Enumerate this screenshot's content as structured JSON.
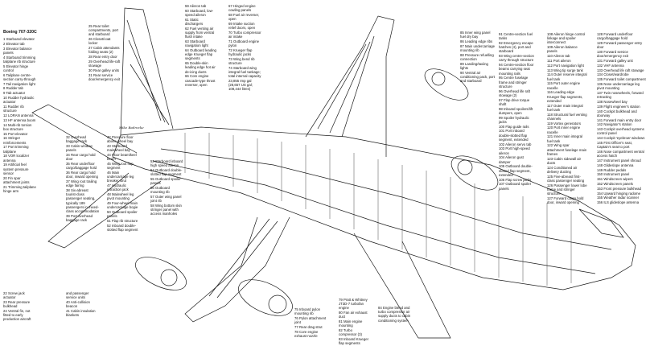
{
  "title": "Boeing 707-320C",
  "signature": "Mike Badrocke",
  "col1": [
    "1 Starboard elevator",
    "2 Elevator tab",
    "3 Elevator balance panels",
    "4 Starboard trimming tailplane rib structure",
    "5 Elevator hinge control",
    "6 Tailplane centre-section carry-through",
    "7 Tail navigation light",
    "8 Rudder tab",
    "9 Tab actuator",
    "10 Rudder hydraulic actuator",
    "11 Rudder rib structure",
    "12 LORAN antenna",
    "13 HF antenna boom",
    "14 Multi-rib torsion box structure",
    "15 Port elevator",
    "16 Stringer reinforcements",
    "17 Port trimming tailplane",
    "18 VOR localizer antenna",
    "19 Artificial feel system pressure sensor",
    "20 Fin spar attachment joints",
    "21 Trimming tailplane hinge arm"
  ],
  "col1b": [
    "22 Screw jack actuator",
    "23 Rear pressure bulkhead",
    "24 Ventral fin, not fitted to early production aircraft"
  ],
  "col2": [
    "25 Rear toilet compartments, port and starboard",
    "26 Closet/coat locker",
    "27 Cabin attendants folding seats (2)",
    "28 Rear entry door",
    "29 Overhead life-raft stowage",
    "30 Rear galley units",
    "31 Rear service door/emergency exit"
  ],
  "col2b": [
    "32 Overhead baggage rack",
    "33 Cabin window panels",
    "34 Rear cargo hold door",
    "35 Rear underfloor cargo/baggage hold",
    "36 Rear cargo hold door, inward opening",
    "37 Wing root trailing edge fairing",
    "38 Six-abreast tourist-class passenger seating, typically 189 passengers in mixed-class accommodation",
    "39 Port overhead baggage rack"
  ],
  "col2c": [
    "and passenger service units",
    "40 Anti-collision beacon",
    "41 Cabin insulation blankets"
  ],
  "col3": [
    "42 Pressure floor above wheel bay",
    "43 Starboard mainwheel bay",
    "44 Floor beam/keel beam",
    "45 Wing root flap segment",
    "46 Main undercarriage leg breaker strut",
    "47 Hydraulic retraction jack",
    "48 Mainwheel leg pivot mounting",
    "49 Four-wheel main undercarriage bogie",
    "50 Outboard spoiler panels",
    "51 Flap rib structure",
    "52 Inboard double-slotted flap segment"
  ],
  "col4": [
    "53 Starboard inboard high speed aileron",
    "54 Outboard double-slotted flap segment",
    "55 Outboard spoiler panels",
    "56 Outboard mounting rib",
    "57 Outer wing panel joint rib",
    "58 Wing bottom skin stringer panel with access manholes"
  ],
  "col5": [
    "59 Aileron tab",
    "60 Starboard, low-speed aileron",
    "61 Static dischargers",
    "62 Fuel venting air supply from ventral flush intake",
    "63 Starboard navigation light",
    "64 Outboard leading edge Krueger flap segments",
    "65 Double-skin leading edge hot air de-icing ducts",
    "66 Core engine cascade-type thrust reverser, open"
  ],
  "col6": [
    "67 Hinged engine cowling panels",
    "68 Fuel air reverser, open",
    "69 Intake suction relief doors, open",
    "70 Turbo compressor air intake",
    "71 Outboard engine pylon",
    "72 Krueger flap hydraulic jacks",
    "73 Wing bend rib structure",
    "74 Starboard wing integral fuel tankage; total internal capacity 23,855 Imp gal (28,657 US gal; 108,444 litres)"
  ],
  "col6b": [
    "75 Inboard pylon mounting rib",
    "76 Pylon attachment joint",
    "77 Rear drag strut",
    "78 Core engine exhaust nozzle"
  ],
  "col7": [
    "79 Pratt & Whitney JT3D-7 turbofan engine",
    "80 Fan air exhaust duct",
    "81 Main engine mounting",
    "82 Turbo compressor (3)",
    "83 Inboard Krueger flap segments"
  ],
  "col8": [
    "84 Engine bleed and turbo compressor air supply ducts to cabin conditioning system"
  ],
  "col8a": [
    "85 Inner wing panel fuel dry bay",
    "86 Leading edge ribs",
    "87 Main undercarriage mounting rib",
    "88 Pressure refuelling connection",
    "89 Landing/taxiing lights",
    "90 Ventral air conditioning pack, port and starboard"
  ],
  "col9": [
    "91 Centre-section fuel tanks",
    "92 Emergency escape hatches (4), port and starboard",
    "93 Wing centre-section carry through structure",
    "94 Centre-section floor beams carrying seat mounting rails",
    "95 Centre fuselage frame and stringer structure",
    "96 Overhead life raft stowage (2)",
    "97 Flap drive torque shaft",
    "98 Inboard spoilers/lift dumpers, open",
    "99 Spoiler hydraulic jacks",
    "100 Flap guide rails",
    "101 Port inboard double-slotted flap segment, extended",
    "102 Aileron servo tab",
    "103 Port high-speed aileron",
    "104 Aileron gust damper",
    "105 Outboard double-slotted flap segment, extended",
    "106 Flap screw jacks",
    "107 Outboard spoiler panels"
  ],
  "col10": [
    "108 Aileron hinge control linkage and spoiler interconnect",
    "109 Aileron balance panels",
    "110 Aileron tab",
    "111 Port aileron",
    "112 Port navigation light",
    "113 Wing tip surge tank",
    "114 Outer reserve integral fuel tank",
    "115 Port outer engine nacelle",
    "116 Leading edge Krueger flap segments, extended",
    "117 Outer main integral fuel tank",
    "118 Structural fuel venting channels",
    "119 Vortex generators",
    "120 Port inner engine nacelle",
    "121 Inner main integral fuel tank",
    "122 Wing spar attachment fuselage main frames",
    "123 Cabin sidewall air ducts",
    "124 Conditioned air delivery ducting",
    "125 Five-abreast first-class passenger seating",
    "126 Passenger lower lobe frame and stringer structure",
    "127 Forward cargo hold door, inward opening"
  ],
  "col11": [
    "128 Forward underfloor cargo/baggage hold",
    "129 Forward passenger entry door",
    "130 Forward service door/emergency exit",
    "131 Forward galley unit",
    "132 VHF antenna",
    "133 Overhead life raft stowage",
    "134 Closet/wardrobe",
    "135 Forward toilet compartment",
    "136 Nose undercarriage leg pivot mounting",
    "137 Twin nosewheels, forward retracting",
    "138 Nosewheel bay",
    "139 Flight engineer's station",
    "140 Cockpit bulkhead and doorway",
    "141 Forward main entry door",
    "142 Navigator's station",
    "143 Cockpit overhead systems control panel",
    "144 Cockpit 'eyebrow' windows",
    "145 First Officer's seat, Captain's seat to port",
    "146 Nose compartment ventral access hatch",
    "147 Instrument panel shroud",
    "148 Glideslope antenna",
    "149 Rudder pedals",
    "150 Instrument panel",
    "151 Windscreen wipers",
    "152 Windscreen panels",
    "153 Front pressure bulkhead",
    "154 Upward hinging radome",
    "155 Weather radar scanner",
    "156 ILS glideslope antenna"
  ],
  "colors": {
    "ink": "#1a1a1a",
    "paper": "#ffffff",
    "hatch": "#555555"
  }
}
